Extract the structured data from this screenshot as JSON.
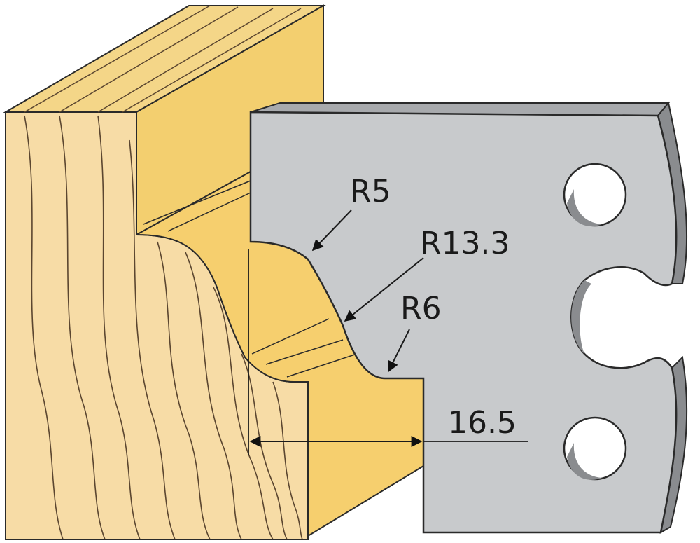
{
  "labels": {
    "radius_top": "R5",
    "radius_mid": "R13.3",
    "radius_bottom": "R6",
    "depth": "16.5"
  },
  "colors": {
    "wood_front": "#f7dca6",
    "wood_top": "#f4d688",
    "wood_side": "#f3cf6f",
    "wood_profile": "#f6cf6e",
    "wood_grain": "#5b4630",
    "blade_face": "#c8cacc",
    "blade_edge": "#8a8c8f",
    "outline": "#2a2a2a"
  },
  "icons": {
    "arrow": "arrowhead-filled"
  }
}
